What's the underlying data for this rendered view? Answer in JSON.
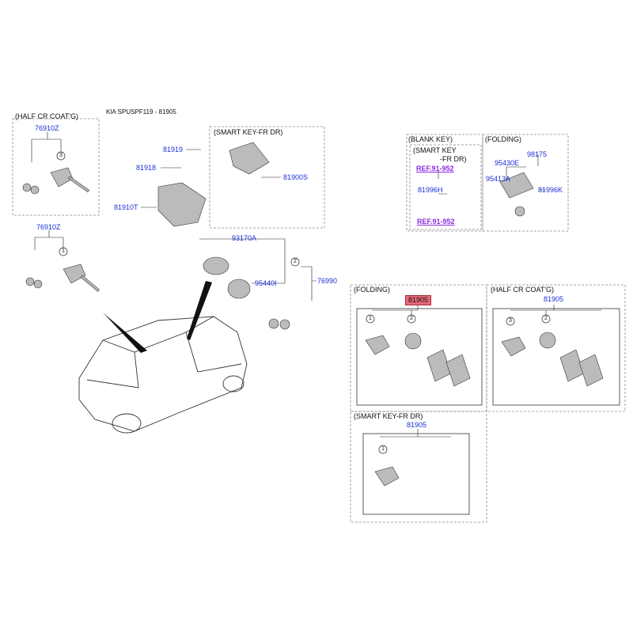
{
  "title": "KIA SPUSPF119 - 81905",
  "boxes": {
    "half_cr_coatg_left": "(HALF CR COAT'G)",
    "smart_key_fr_dr_top": "(SMART KEY-FR DR)",
    "blank_key": "(BLANK KEY)",
    "smart_key_sub_line1": "(SMART KEY",
    "smart_key_sub_line2": "-FR DR)",
    "folding_top": "(FOLDING)",
    "folding_bottom": "(FOLDING)",
    "half_cr_coatg_right": "(HALF CR COAT'G)",
    "smart_key_fr_dr_bottom": "(SMART KEY-FR DR)"
  },
  "parts": {
    "p76910z_a": "76910Z",
    "p76910z_b": "76910Z",
    "p81919": "81919",
    "p81918": "81918",
    "p81910t": "81910T",
    "p81900s": "81900S",
    "p93170a": "93170A",
    "p95440i": "95440I",
    "p76990": "76990",
    "ref_a": "REF.91-952",
    "ref_b": "REF.91-952",
    "p81996h": "81996H",
    "p95430e": "95430E",
    "p98175": "98175",
    "p95413a": "95413A",
    "p81996k": "81996K",
    "p81905_hl": "81905",
    "p81905_b": "81905",
    "p81905_c": "81905"
  },
  "callouts": {
    "c1": "1",
    "c2": "2",
    "c3": "3"
  },
  "colors": {
    "label": "#1a2fd6",
    "ref": "#8a2be2",
    "highlight": "#e86a7a"
  }
}
